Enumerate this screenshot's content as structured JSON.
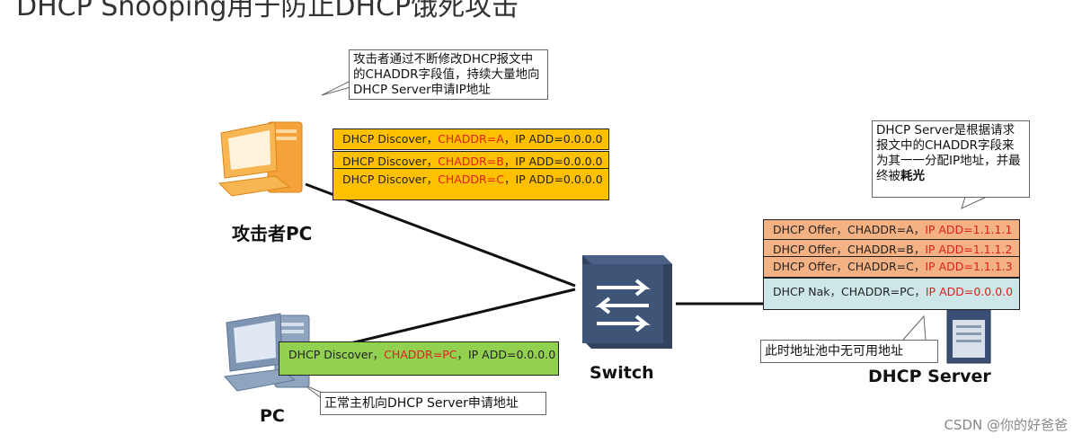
{
  "title": "DHCP Snooping用于防止DHCP饿死攻击",
  "callouts": {
    "attacker": "攻击者通过不断修改DHCP报文中的CHADDR字段值，持续大量地向DHCP Server申请IP地址",
    "server_note_prefix": "DHCP Server是根据请求报文中的CHADDR字段来为其一一分配IP地址，并最终被",
    "server_note_bold": "耗光",
    "pool": "此时地址池中无可用地址",
    "pc": "正常主机向DHCP Server申请地址"
  },
  "discover_msgs": [
    {
      "a": "DHCP Discover，",
      "b": "CHADDR=A",
      "c": "，IP ADD=0.0.0.0"
    },
    {
      "a": "DHCP Discover，",
      "b": "CHADDR=B",
      "c": "，IP ADD=0.0.0.0"
    },
    {
      "a": "DHCP Discover，",
      "b": "CHADDR=C",
      "c": "，IP ADD=0.0.0.0"
    }
  ],
  "offer_msgs": [
    {
      "a": "DHCP Offer，CHADDR=A，",
      "b": "IP ADD=1.1.1.1"
    },
    {
      "a": "DHCP Offer，CHADDR=B，",
      "b": "IP ADD=1.1.1.2"
    },
    {
      "a": "DHCP Offer，CHADDR=C，",
      "b": "IP ADD=1.1.1.3"
    }
  ],
  "nak_msg": {
    "a": "DHCP Nak，CHADDR=PC，",
    "b": "IP ADD=0.0.0.0"
  },
  "pc_msg": {
    "a": "DHCP Discover，",
    "b": "CHADDR=PC",
    "c": "，IP ADD=0.0.0.0"
  },
  "labels": {
    "attacker_prefix": "攻击者",
    "attacker_suffix": "PC",
    "pc": "PC",
    "switch": "Switch",
    "server": "DHCP Server"
  },
  "watermark": "CSDN @你的好爸爸",
  "colors": {
    "orange": "#ffc000",
    "salmon": "#f4b183",
    "cyan": "#cde6e8",
    "green": "#92d050",
    "red": "#e02020"
  }
}
